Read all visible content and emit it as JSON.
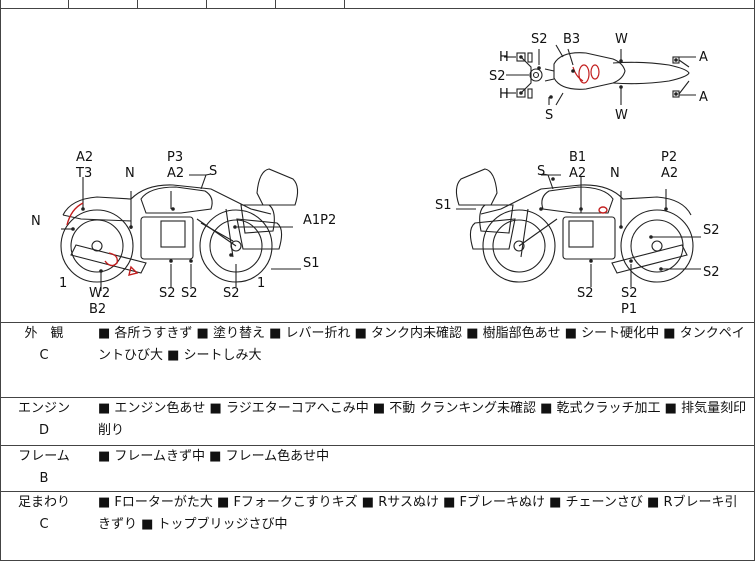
{
  "labels": {
    "s2_top": "S2",
    "b3": "B3",
    "w_top": "W",
    "h_upper": "H",
    "s2_left": "S2",
    "h_lower": "H",
    "s_below": "S",
    "w_below": "W",
    "a_upper": "A",
    "a_lower": "A",
    "l_a2": "A2",
    "l_t3": "T3",
    "l_n_left": "N",
    "l_n_tank": "N",
    "l_p3": "P3",
    "l_a2_tank": "A2",
    "l_s": "S",
    "l_a1p2": "A1P2",
    "l_s1": "S1",
    "l_1_left": "1",
    "l_w2": "W2",
    "l_b2": "B2",
    "l_s2_a": "S2",
    "l_s2_b": "S2",
    "l_s2_c": "S2",
    "l_1_right": "1",
    "r_s": "S",
    "r_b1": "B1",
    "r_a2": "A2",
    "r_s1": "S1",
    "r_n": "N",
    "r_p2": "P2",
    "r_a2_rear": "A2",
    "r_s2_a": "S2",
    "r_s2_b": "S2",
    "r_s2_c": "S2",
    "r_s2_d": "S2",
    "r_p1": "P1"
  },
  "sections": [
    {
      "name": "外　観",
      "grade": "C",
      "text": "■ 各所うすきず ■ 塗り替え ■ レバー折れ ■ タンク内未確認 ■ 樹脂部色あせ ■ シート硬化中 ■ タンクペイントひび大 ■ シートしみ大"
    },
    {
      "name": "エンジン",
      "grade": "D",
      "text": "■ エンジン色あせ ■ ラジエターコアへこみ中 ■ 不動 クランキング未確認 ■ 乾式クラッチ加工 ■ 排気量刻印削り"
    },
    {
      "name": "フレーム",
      "grade": "B",
      "text": "■ フレームきず中 ■ フレーム色あせ中"
    },
    {
      "name": "足まわり",
      "grade": "C",
      "text": "■ Fローターがた大 ■ Fフォークこすりキズ ■ Rサスぬけ ■ Fブレーキぬけ ■ チェーンさび ■ Rブレーキ引きずり ■ トップブリッジさび中"
    }
  ]
}
